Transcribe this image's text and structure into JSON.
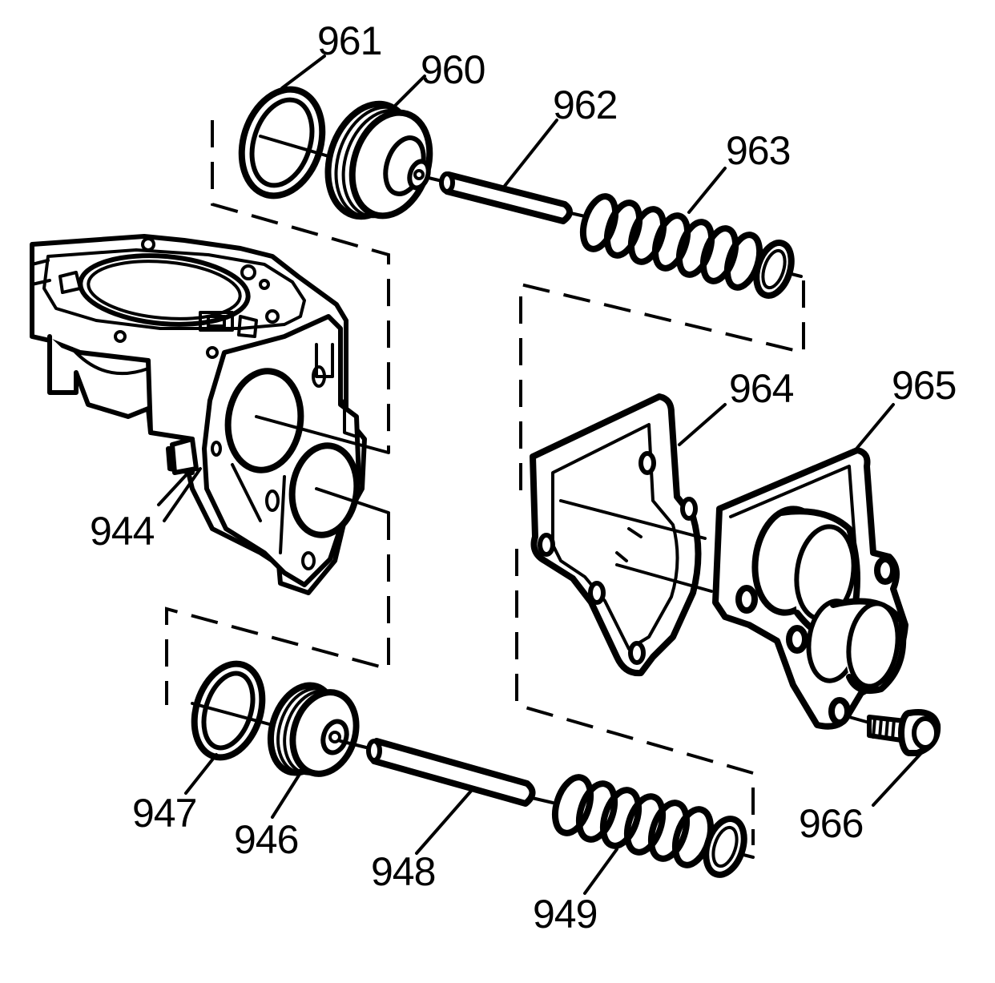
{
  "callouts": {
    "p944": "944",
    "p946": "946",
    "p947": "947",
    "p948": "948",
    "p949": "949",
    "p960": "960",
    "p961": "961",
    "p962": "962",
    "p963": "963",
    "p964": "964",
    "p965": "965",
    "p966": "966"
  }
}
